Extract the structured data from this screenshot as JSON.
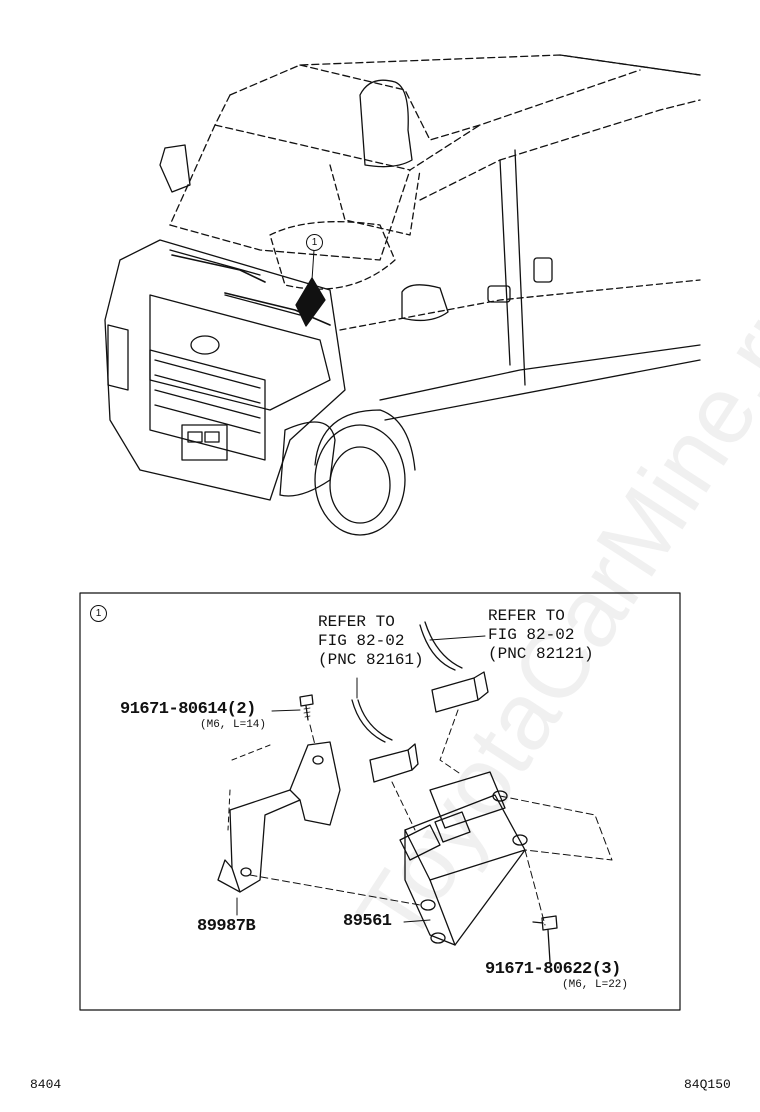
{
  "watermark": "ToyotaCarMine.ru",
  "callout_marker": "1",
  "detail_marker": "1",
  "parts": {
    "bolt_top": {
      "part_no": "91671-80614(2)",
      "spec": "(M6, L=14)"
    },
    "bracket": {
      "part_no": "89987B"
    },
    "ecu": {
      "part_no": "89561"
    },
    "bolt_bottom": {
      "part_no": "91671-80622(3)",
      "spec": "(M6, L=22)"
    }
  },
  "references": {
    "left": {
      "line1": "REFER TO",
      "line2": "FIG 82-02",
      "line3": "(PNC 82161)"
    },
    "right": {
      "line1": "REFER TO",
      "line2": "FIG 82-02",
      "line3": "(PNC 82121)"
    }
  },
  "footer": {
    "left_code": "8404",
    "right_code": "84Q150"
  }
}
